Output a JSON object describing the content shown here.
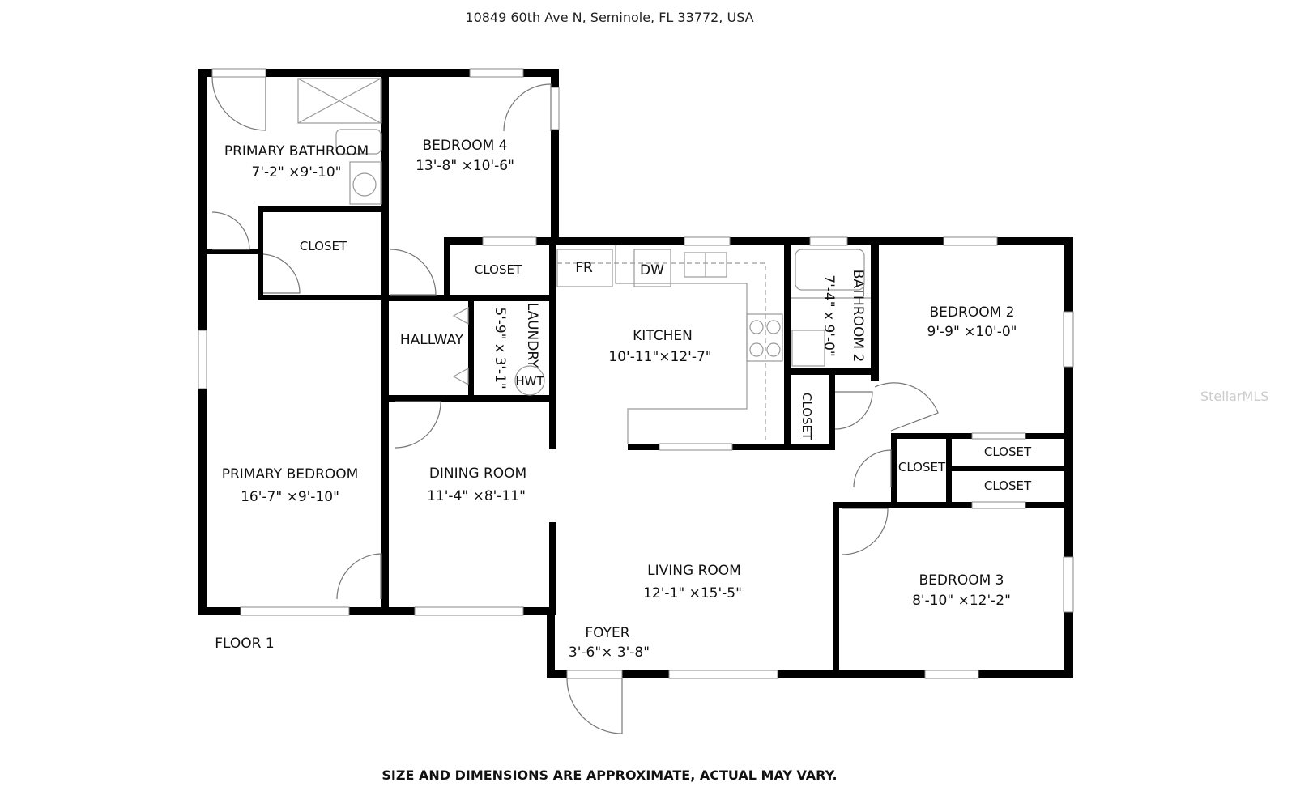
{
  "address": "10849 60th Ave N, Seminole, FL 33772, USA",
  "disclaimer": "SIZE AND DIMENSIONS ARE APPROXIMATE, ACTUAL MAY VARY.",
  "watermark": "StellarMLS",
  "floor_label": "FLOOR 1",
  "rooms": {
    "primary_bathroom": {
      "name": "PRIMARY BATHROOM",
      "dims": "7'-2\" ×9'-10\""
    },
    "bedroom_4": {
      "name": "BEDROOM 4",
      "dims": "13'-8\" ×10'-6\""
    },
    "closet_primary": {
      "name": "CLOSET"
    },
    "closet_hall": {
      "name": "CLOSET"
    },
    "hallway": {
      "name": "HALLWAY"
    },
    "laundry": {
      "name": "LAUNDRY",
      "dims": "5'-9\" x 3'-1\""
    },
    "hwt": {
      "name": "HWT"
    },
    "kitchen": {
      "name": "KITCHEN",
      "dims": "10'-11\"×12'-7\""
    },
    "fr": {
      "name": "FR"
    },
    "dw": {
      "name": "DW"
    },
    "bathroom_2": {
      "name": "BATHROOM 2",
      "dims": "7'-4\" x 9'-0\""
    },
    "closet_bath2": {
      "name": "CLOSET"
    },
    "bedroom_2": {
      "name": "BEDROOM 2",
      "dims": "9'-9\" ×10'-0\""
    },
    "closet_a": {
      "name": "CLOSET"
    },
    "closet_b": {
      "name": "CLOSET"
    },
    "closet_c": {
      "name": "CLOSET"
    },
    "primary_bedroom": {
      "name": "PRIMARY BEDROOM",
      "dims": "16'-7\" ×9'-10\""
    },
    "dining_room": {
      "name": "DINING ROOM",
      "dims": "11'-4\" ×8'-11\""
    },
    "living_room": {
      "name": "LIVING ROOM",
      "dims": "12'-1\" ×15'-5\""
    },
    "foyer": {
      "name": "FOYER",
      "dims": "3'-6\"× 3'-8\""
    },
    "bedroom_3": {
      "name": "BEDROOM 3",
      "dims": "8'-10\" ×12'-2\""
    }
  }
}
